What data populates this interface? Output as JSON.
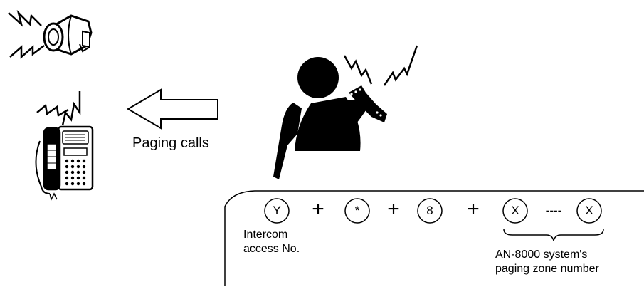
{
  "labels": {
    "paging_calls": "Paging calls",
    "intercom_line1": "Intercom",
    "intercom_line2": "access No.",
    "zone_line1": "AN-8000 system's",
    "zone_line2": "paging zone number"
  },
  "sequence": {
    "key1": "Y",
    "plus": "+",
    "key2": "*",
    "key3": "8",
    "key4": "X",
    "dashes": "----",
    "key5": "X"
  }
}
